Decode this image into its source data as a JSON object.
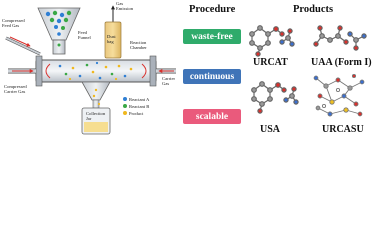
{
  "diagram": {
    "labels": {
      "compressed_feed_gas": "Compressed\nFeed Gas",
      "feed_funnel": "Feed\nFunnel",
      "gas_emission": "Gas\nEmission",
      "dust_bag": "Dust\nbag",
      "reaction_chamber": "Reaction\nChamber",
      "compressed_carrier_gas": "Compressed\nCarrier Gas",
      "carrier_gas": "Carrier\nGas",
      "collection_jar": "Collection\nJar"
    },
    "legend": [
      {
        "label": "Reactant A",
        "color": "#2f7fd4"
      },
      {
        "label": "Reactant B",
        "color": "#39a845"
      },
      {
        "label": "Product",
        "color": "#f0b81e"
      }
    ]
  },
  "headers": {
    "procedure": "Procedure",
    "products": "Products"
  },
  "procedures": [
    {
      "label": "waste-free",
      "color": "#2fab6b"
    },
    {
      "label": "continuous",
      "color": "#3f74b8"
    },
    {
      "label": "scalable",
      "color": "#ea5a7c"
    }
  ],
  "products": {
    "urcat": "URCAT",
    "uaa": "UAA (Form I)",
    "usa": "USA",
    "urcasu": "URCASU"
  }
}
